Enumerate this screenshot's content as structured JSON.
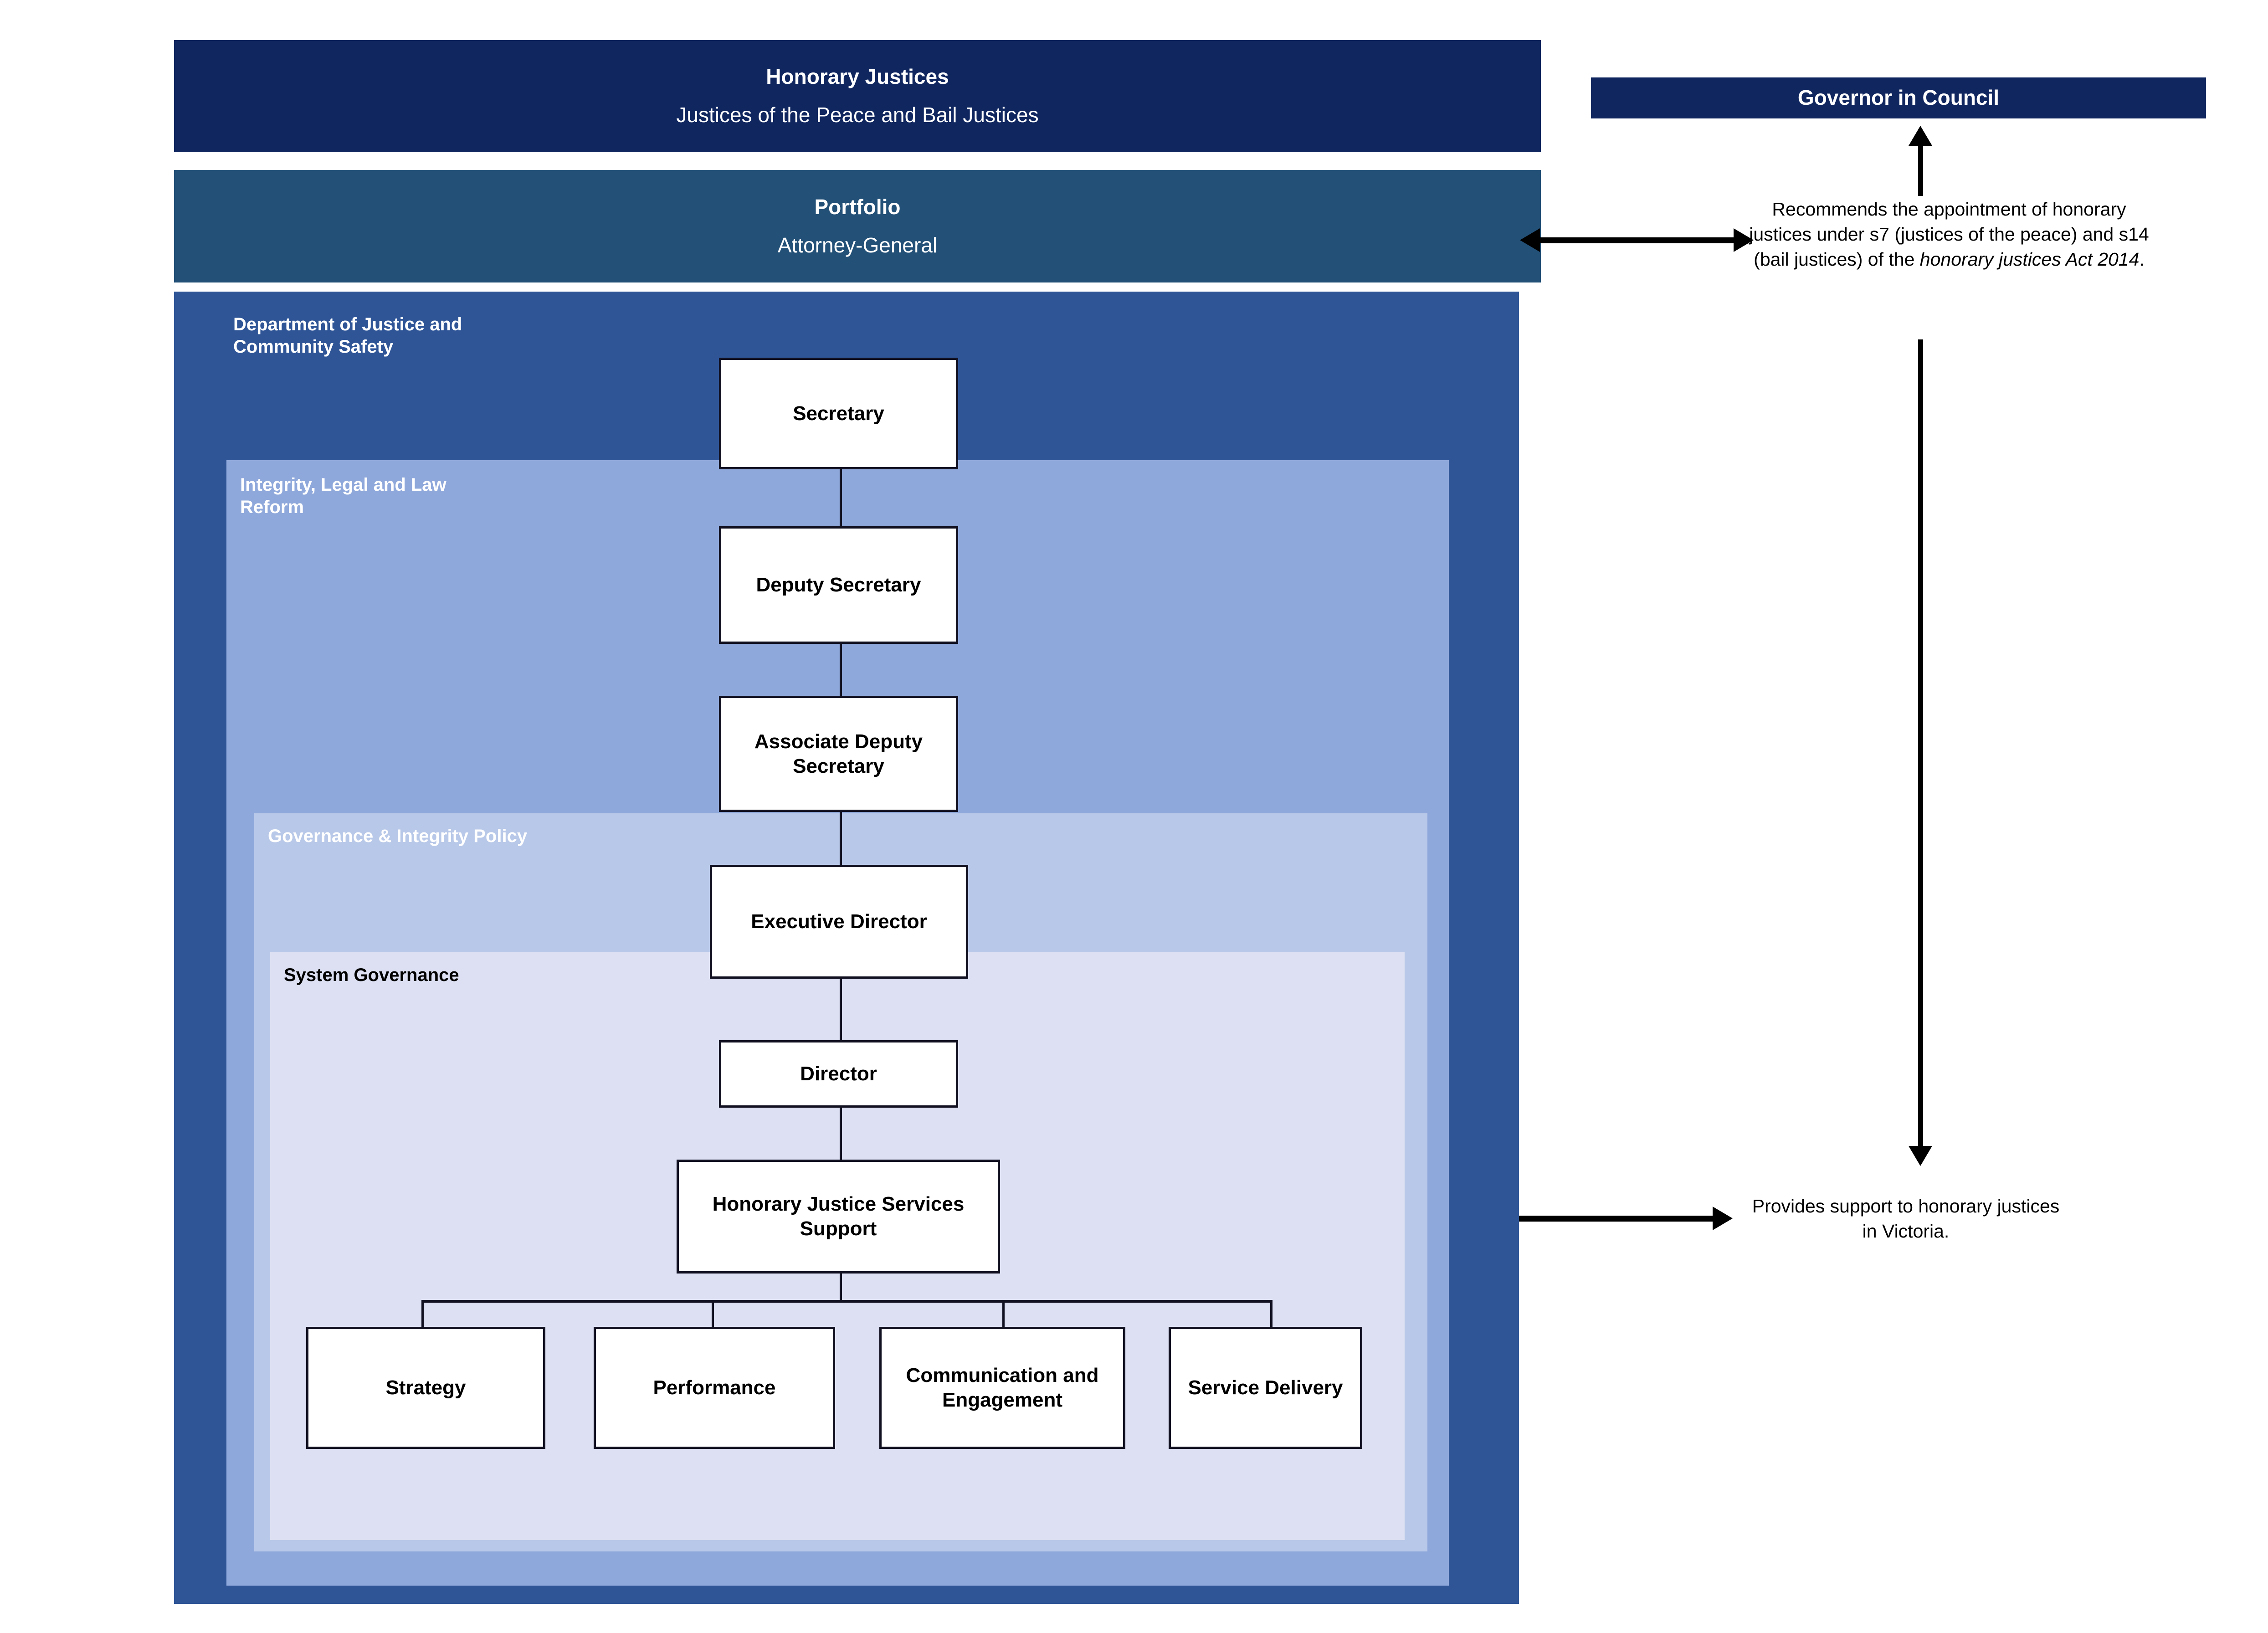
{
  "chart_data": {
    "type": "diagram",
    "subtype": "organisational-hierarchy",
    "title": "Honorary Justice Services Support organisational structure",
    "nodes": [
      {
        "id": "honorary-justices",
        "label": "Honorary Justices",
        "sublabel": "Justices of the Peace and Bail Justices",
        "level": "banner"
      },
      {
        "id": "portfolio",
        "label": "Portfolio",
        "sublabel": "Attorney-General",
        "level": "banner"
      },
      {
        "id": "governor-in-council",
        "label": "Governor in Council",
        "level": "banner"
      },
      {
        "id": "secretary",
        "label": "Secretary",
        "level": 1
      },
      {
        "id": "deputy-secretary",
        "label": "Deputy Secretary",
        "level": 2
      },
      {
        "id": "associate-deputy-secretary",
        "label": "Associate Deputy Secretary",
        "level": 3
      },
      {
        "id": "executive-director",
        "label": "Executive Director",
        "level": 4
      },
      {
        "id": "director",
        "label": "Director",
        "level": 5
      },
      {
        "id": "honorary-justice-services-support",
        "label": "Honorary Justice Services Support",
        "level": 6
      },
      {
        "id": "strategy",
        "label": "Strategy",
        "level": 7
      },
      {
        "id": "performance",
        "label": "Performance",
        "level": 7
      },
      {
        "id": "communication-and-engagement",
        "label": "Communication and Engagement",
        "level": 7
      },
      {
        "id": "service-delivery",
        "label": "Service Delivery",
        "level": 7
      }
    ],
    "containers": [
      {
        "id": "department",
        "label": "Department of Justice and Community Safety",
        "color": "#2F5597"
      },
      {
        "id": "integrity-legal-law-reform",
        "label": "Integrity, Legal and Law Reform",
        "color": "#8FA8DB"
      },
      {
        "id": "governance-integrity-policy",
        "label": "Governance & Integrity Policy",
        "color": "#B8C8E8"
      },
      {
        "id": "system-governance",
        "label": "System Governance",
        "color": "#DCE0F2"
      }
    ],
    "edges": [
      {
        "from": "secretary",
        "to": "deputy-secretary",
        "type": "line"
      },
      {
        "from": "deputy-secretary",
        "to": "associate-deputy-secretary",
        "type": "line"
      },
      {
        "from": "associate-deputy-secretary",
        "to": "executive-director",
        "type": "line"
      },
      {
        "from": "executive-director",
        "to": "director",
        "type": "line"
      },
      {
        "from": "director",
        "to": "honorary-justice-services-support",
        "type": "line"
      },
      {
        "from": "honorary-justice-services-support",
        "to": "strategy",
        "type": "line"
      },
      {
        "from": "honorary-justice-services-support",
        "to": "performance",
        "type": "line"
      },
      {
        "from": "honorary-justice-services-support",
        "to": "communication-and-engagement",
        "type": "line"
      },
      {
        "from": "honorary-justice-services-support",
        "to": "service-delivery",
        "type": "line"
      },
      {
        "from": "portfolio",
        "to": "recommendation-note",
        "type": "double-arrow"
      },
      {
        "from": "recommendation-note",
        "to": "governor-in-council",
        "type": "arrow-up"
      },
      {
        "from": "governor-in-council",
        "to": "support-note",
        "type": "arrow-down"
      },
      {
        "from": "department",
        "to": "support-note",
        "type": "arrow-right"
      }
    ],
    "annotations": [
      {
        "id": "recommendation-note",
        "text": "Recommends the appointment of honorary justices under s7 (justices of the peace) and s14 (bail justices) of the honorary justices Act 2014."
      },
      {
        "id": "support-note",
        "text": "Provides support to honorary justices in Victoria."
      }
    ]
  },
  "banners": {
    "honorary_justices": {
      "title": "Honorary Justices",
      "subtitle": "Justices of the Peace and Bail Justices"
    },
    "portfolio": {
      "title": "Portfolio",
      "subtitle": "Attorney-General"
    },
    "governor_in_council": {
      "title": "Governor in Council"
    }
  },
  "panels": {
    "department": {
      "label": "Department of Justice and\nCommunity Safety"
    },
    "integrity": {
      "label": "Integrity, Legal and Law\nReform"
    },
    "governance": {
      "label": "Governance & Integrity Policy"
    },
    "system": {
      "label": "System Governance"
    }
  },
  "boxes": {
    "secretary": "Secretary",
    "deputy_secretary": "Deputy Secretary",
    "associate_deputy_secretary": "Associate Deputy Secretary",
    "executive_director": "Executive Director",
    "director": "Director",
    "hjss": "Honorary Justice Services Support",
    "strategy": "Strategy",
    "performance": "Performance",
    "communication": "Communication and Engagement",
    "service_delivery": "Service Delivery"
  },
  "notes": {
    "recommendation": {
      "part1": "Recommends the appointment of honorary justices under s7 (justices of the peace) and s14 (bail justices) of the ",
      "italic": "honorary justices Act 2014",
      "part2": "."
    },
    "support": "Provides support to honorary justices in Victoria."
  },
  "colors": {
    "banner_dark": "#10265F",
    "banner_mid": "#235077",
    "panel_department": "#2F5597",
    "panel_integrity": "#8FA8DB",
    "panel_governance": "#B8C8E8",
    "panel_system": "#DCE0F2",
    "box_fill": "#FFFFFF",
    "box_border": "#111122",
    "connector": "#111122"
  }
}
